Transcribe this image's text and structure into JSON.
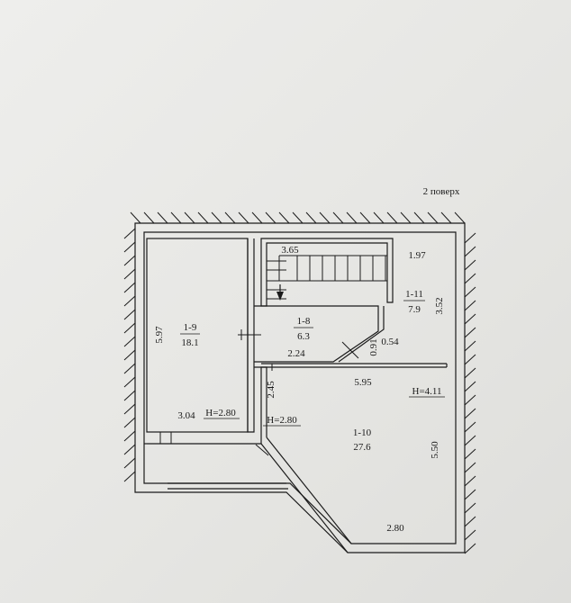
{
  "floor_title": "2 поверх",
  "rooms": {
    "r19": {
      "code": "1-9",
      "area": "18.1"
    },
    "r18": {
      "code": "1-8",
      "area": "6.3"
    },
    "r111": {
      "code": "1-11",
      "area": "7.9"
    },
    "r110": {
      "code": "1-10",
      "area": "27.6"
    }
  },
  "dimensions": {
    "d365": "3.65",
    "d197": "1.97",
    "d352": "3.52",
    "d597": "5.97",
    "d224": "2.24",
    "d091": "0.91",
    "d054": "0.54",
    "d595": "5.95",
    "d304": "3.04",
    "d245": "2.45",
    "d550": "5.50",
    "d280": "2.80"
  },
  "heights": {
    "h_left": "H=2.80",
    "h_mid": "H=2.80",
    "h_right": "H=4.11"
  }
}
